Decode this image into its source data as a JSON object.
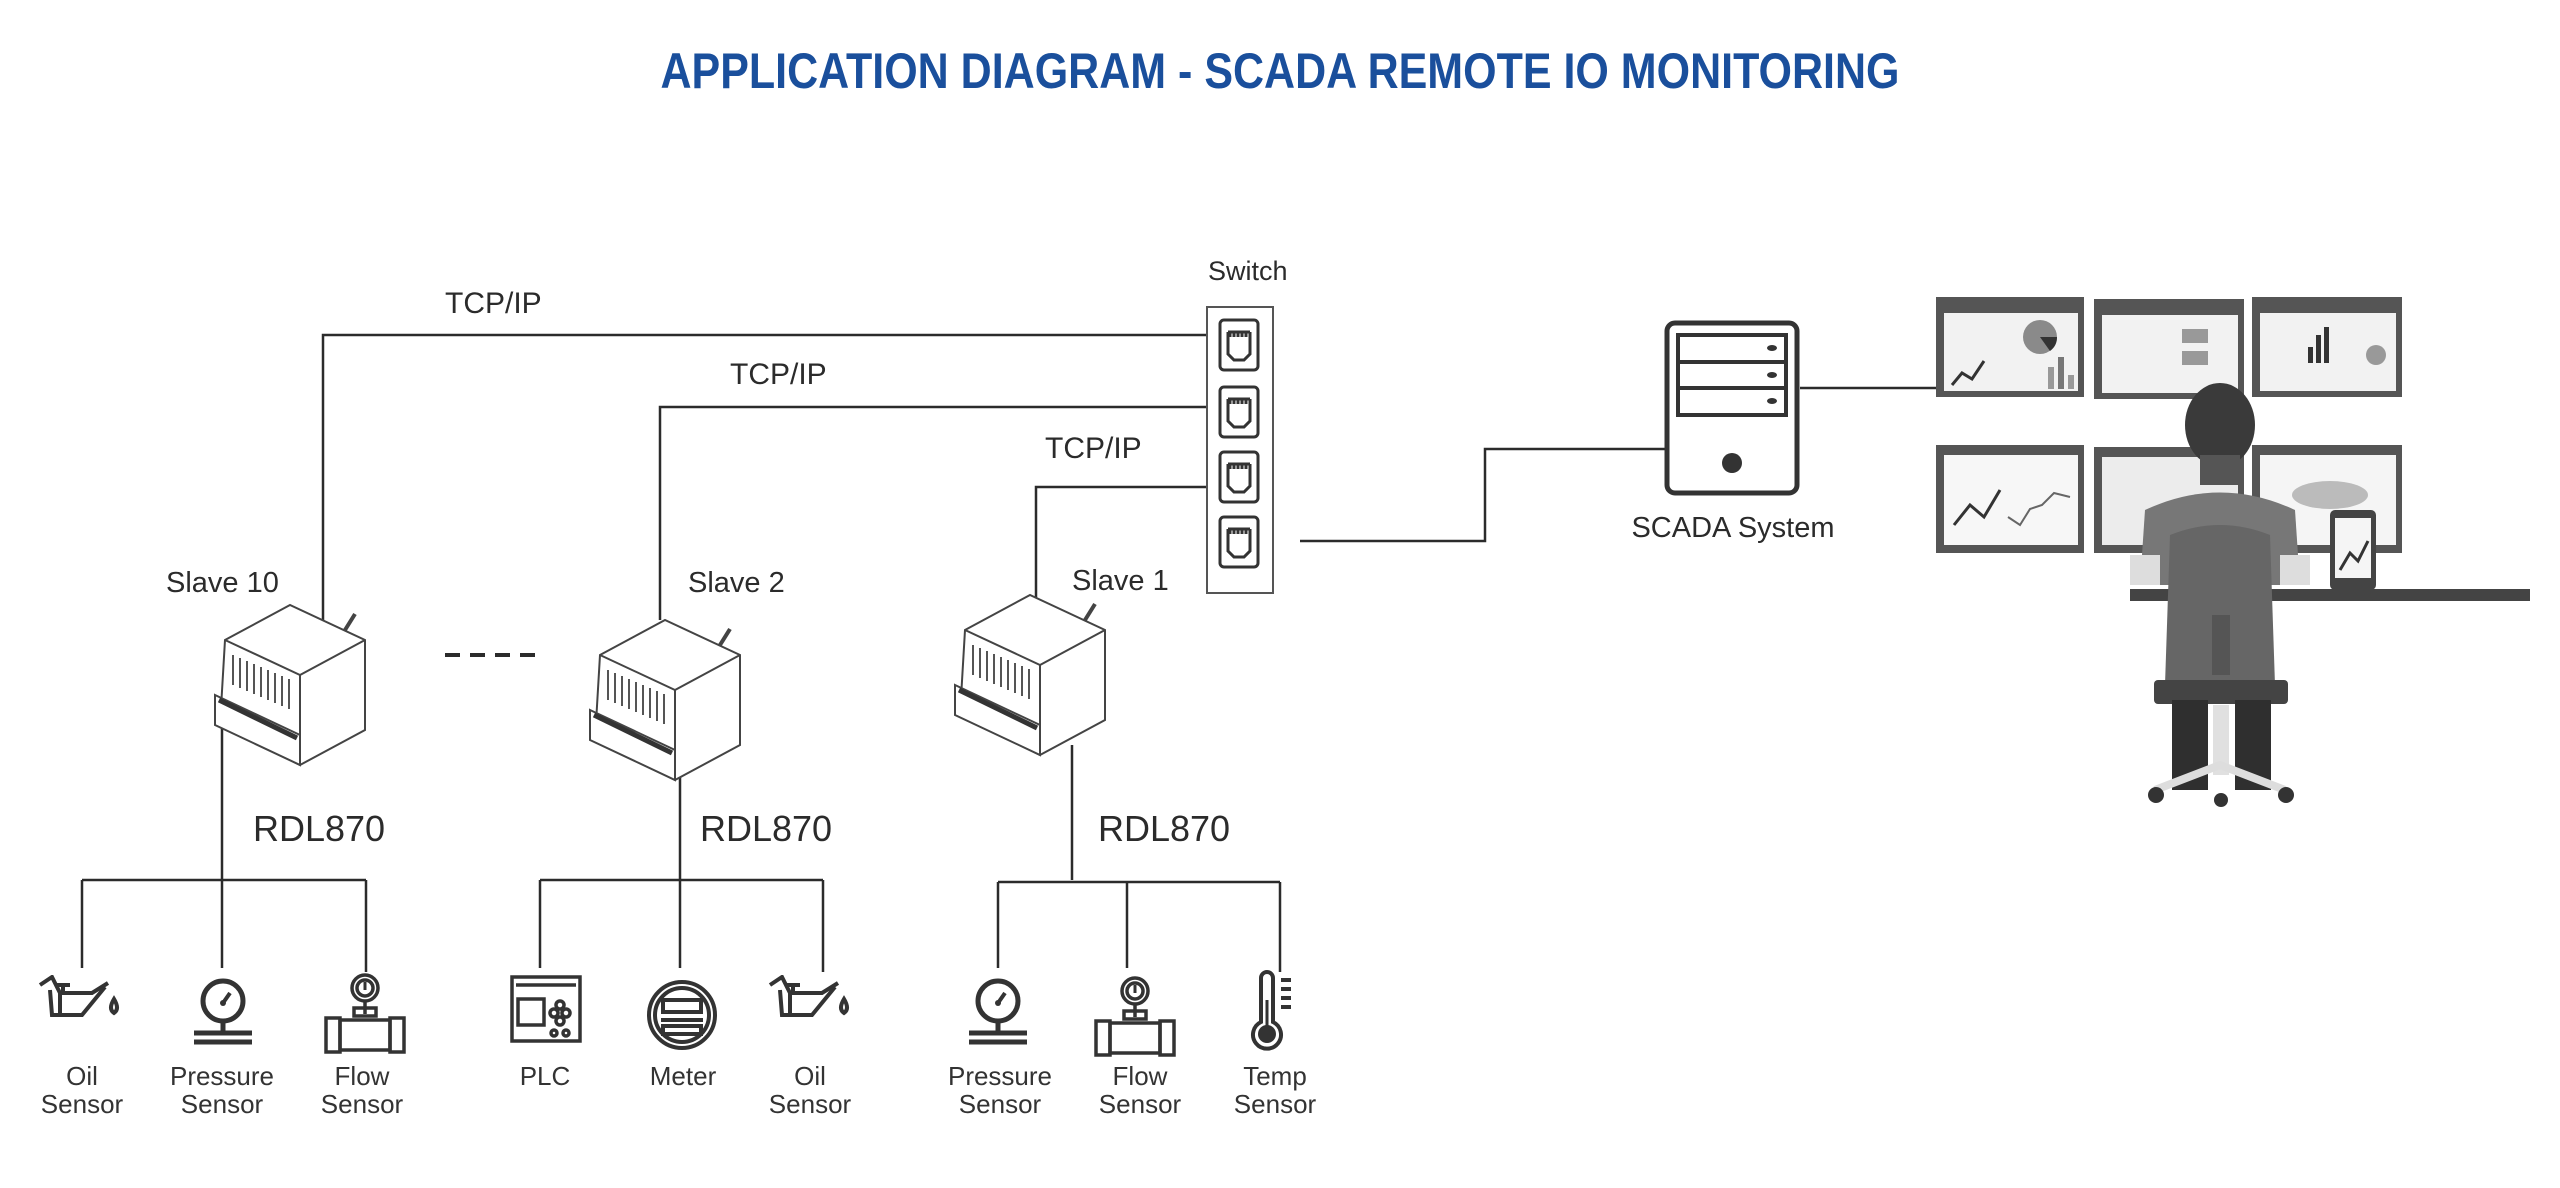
{
  "title": "APPLICATION DIAGRAM - SCADA REMOTE IO MONITORING",
  "colors": {
    "title": "#1a4f9c",
    "line": "#2b2b2b"
  },
  "switch": {
    "label": "Switch",
    "ports": 4
  },
  "links": [
    {
      "label": "TCP/IP",
      "from": "Slave 10",
      "to": "Switch port 1"
    },
    {
      "label": "TCP/IP",
      "from": "Slave 2",
      "to": "Switch port 2"
    },
    {
      "label": "TCP/IP",
      "from": "Slave 1",
      "to": "Switch port 3"
    }
  ],
  "scada": {
    "label": "SCADA System"
  },
  "operator": {
    "icon": "operator-workstation-icon"
  },
  "ellipsis": "----",
  "slaves": [
    {
      "name": "Slave 10",
      "model": "RDL870",
      "devices": [
        {
          "label": "Oil\nSensor",
          "icon": "oil-can-icon"
        },
        {
          "label": "Pressure\nSensor",
          "icon": "pressure-gauge-icon"
        },
        {
          "label": "Flow\nSensor",
          "icon": "flow-meter-icon"
        }
      ]
    },
    {
      "name": "Slave 2",
      "model": "RDL870",
      "devices": [
        {
          "label": "PLC",
          "icon": "plc-icon"
        },
        {
          "label": "Meter",
          "icon": "energy-meter-icon"
        },
        {
          "label": "Oil\nSensor",
          "icon": "oil-can-icon"
        }
      ]
    },
    {
      "name": "Slave 1",
      "model": "RDL870",
      "devices": [
        {
          "label": "Pressure\nSensor",
          "icon": "pressure-gauge-icon"
        },
        {
          "label": "Flow\nSensor",
          "icon": "flow-meter-icon"
        },
        {
          "label": "Temp\nSensor",
          "icon": "thermometer-icon"
        }
      ]
    }
  ]
}
